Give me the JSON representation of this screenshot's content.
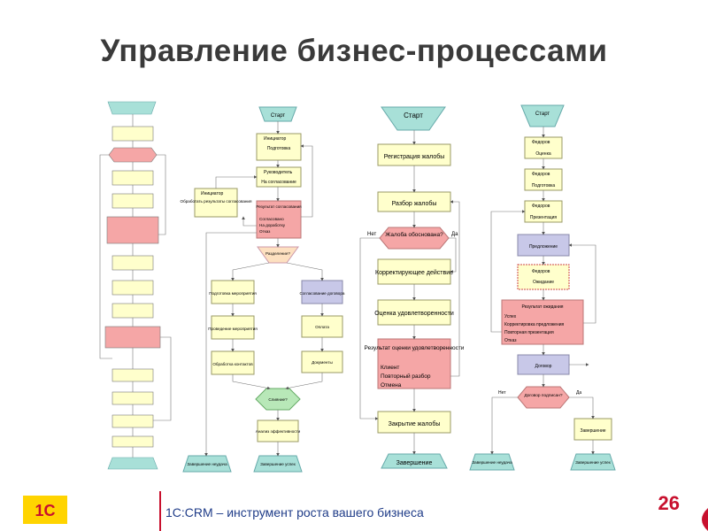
{
  "slide": {
    "title": "Управление бизнес-процессами",
    "tagline": "1С:CRM – инструмент роста вашего бизнеса",
    "page_number": "26",
    "logo_text": "1С"
  },
  "colors": {
    "title": "#3a3a3a",
    "accent_red": "#c8102e",
    "tagline_blue": "#1f3c88",
    "start_teal": "#a8e0d8",
    "box_yellow": "#ffffcc",
    "box_border": "#9a9a66",
    "pink": "#f5a6a6",
    "lavender": "#c8c8e8"
  },
  "diagram2": {
    "start": "Старт",
    "n1_role": "Инициатор",
    "n1_task": "Подготовка",
    "n1_task2": "",
    "n2_role": "Руководитель",
    "n2_task": "На согласование",
    "side_role": "Инициатор",
    "side_task": "Обработать результаты согласования",
    "res_title": "Результат согласования",
    "res_1": "Согласовано",
    "res_2": "На доработку",
    "res_3": "Отказ",
    "split": "Разделение?",
    "l1": "Подготовка мероприятия",
    "l2": "Проведение мероприятия",
    "l3": "Обработка контактов",
    "r1": "Согласование договора",
    "r2": "Оплата",
    "r3": "Документы",
    "merge": "Слияние?",
    "analysis": "Анализ эффективности",
    "end1": "Завершение неудача",
    "end2": "Завершение успех"
  },
  "diagram3": {
    "start": "Старт",
    "reg": "Регистрация жалобы",
    "analysis": "Разбор жалобы",
    "decision": "Жалоба обоснована?",
    "no": "Нет",
    "yes": "Да",
    "correct": "Корректирующее действие",
    "eval": "Оценка удовлетворенности",
    "res_title": "Результат оценки удовлетворенности",
    "res_1": "Клиент",
    "res_2": "Повторный разбор",
    "res_3": "Отмена",
    "close": "Закрытие жалобы",
    "end": "Завершение"
  },
  "diagram4": {
    "start": "Старт",
    "role": "Федоров",
    "t1": "Оценка",
    "t2": "Подготовка",
    "t3": "Презентация",
    "offer": "Предложение",
    "t4": "Ожидание",
    "res_title": "Результат ожидания",
    "res_1": "Успех",
    "res_2": "Корректировка предложения",
    "res_3": "Повторная презентация",
    "res_4": "Отказ",
    "contract": "Договор",
    "decision": "Договор подписан?",
    "no": "Нет",
    "yes": "Да",
    "done": "Завершение",
    "end_fail": "Завершение неудача",
    "end_ok": "Завершение успех"
  }
}
